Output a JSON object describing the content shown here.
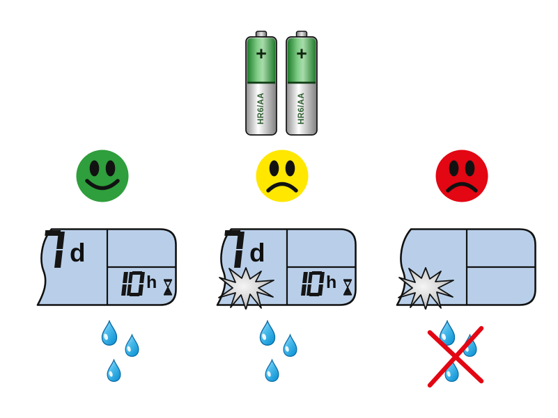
{
  "illustration": {
    "description": "Battery level states of watering timer display",
    "background": "#ffffff"
  },
  "batteries": {
    "count": 2,
    "type_label": "HR6/AA",
    "polarity": "+",
    "color": "#3f9e47"
  },
  "columns": [
    {
      "state": "batteries-ok",
      "face": {
        "mood": "happy",
        "color": "#2f9e3c",
        "is_happy": true,
        "is_sad": false
      },
      "display": {
        "days_value": "7",
        "days_unit": "d",
        "hours_value": "10",
        "hours_unit": "h",
        "hourglass": true,
        "low_battery_flash": false
      },
      "watering": {
        "drops": 3,
        "cancelled": false
      }
    },
    {
      "state": "batteries-low",
      "face": {
        "mood": "sad",
        "color": "#ffe700",
        "is_happy": false,
        "is_sad": true
      },
      "display": {
        "days_value": "7",
        "days_unit": "d",
        "hours_value": "10",
        "hours_unit": "h",
        "hourglass": true,
        "low_battery_flash": true
      },
      "watering": {
        "drops": 3,
        "cancelled": false
      }
    },
    {
      "state": "batteries-empty",
      "face": {
        "mood": "sad",
        "color": "#e30613",
        "is_happy": false,
        "is_sad": true
      },
      "display": {
        "days_value": "",
        "days_unit": "",
        "hours_value": "",
        "hours_unit": "",
        "hourglass": false,
        "low_battery_flash": true
      },
      "watering": {
        "drops": 3,
        "cancelled": true
      }
    }
  ],
  "colors": {
    "lcd_background": "#b9cfe9",
    "lcd_outline": "#111111",
    "drop_blue": "#29a8e0",
    "cancel_red": "#e30613",
    "smiley_green": "#2f9e3c",
    "smiley_yellow": "#ffe700",
    "smiley_red": "#e30613"
  }
}
